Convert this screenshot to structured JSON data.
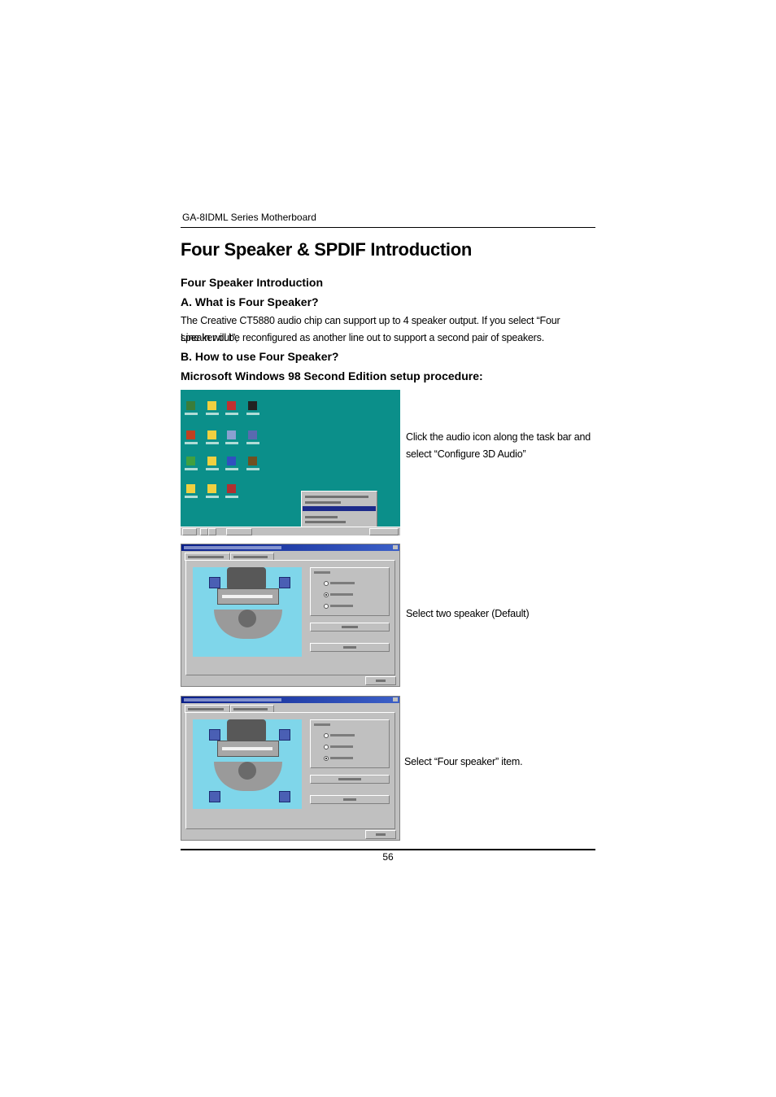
{
  "header": {
    "series": "GA-8IDML Series Motherboard"
  },
  "title": "Four Speaker & SPDIF Introduction",
  "section": {
    "heading": "Four Speaker Introduction",
    "a_heading": "A.  What is Four Speaker?",
    "a_body_line1": "The Creative CT5880 audio chip can support up to 4 speaker output. If you select “Four speaker out”,",
    "a_body_line2": "Line In will be reconfigured as another line out to support a second pair of speakers.",
    "b_heading": "B.  How to use Four Speaker?",
    "procedure_heading": "Microsoft Windows 98 Second Edition setup procedure:"
  },
  "steps": [
    {
      "caption_line1": "Click the audio icon along the task bar and",
      "caption_line2": "select “Configure 3D Audio”"
    },
    {
      "caption_line1": "Select two speaker (Default)"
    },
    {
      "caption_line1": "Select “Four speaker” item."
    }
  ],
  "dialog_state": {
    "step2_selected_mode": "Two speaker",
    "step3_selected_mode": "Four speaker"
  },
  "footer": {
    "page_number": "56"
  }
}
